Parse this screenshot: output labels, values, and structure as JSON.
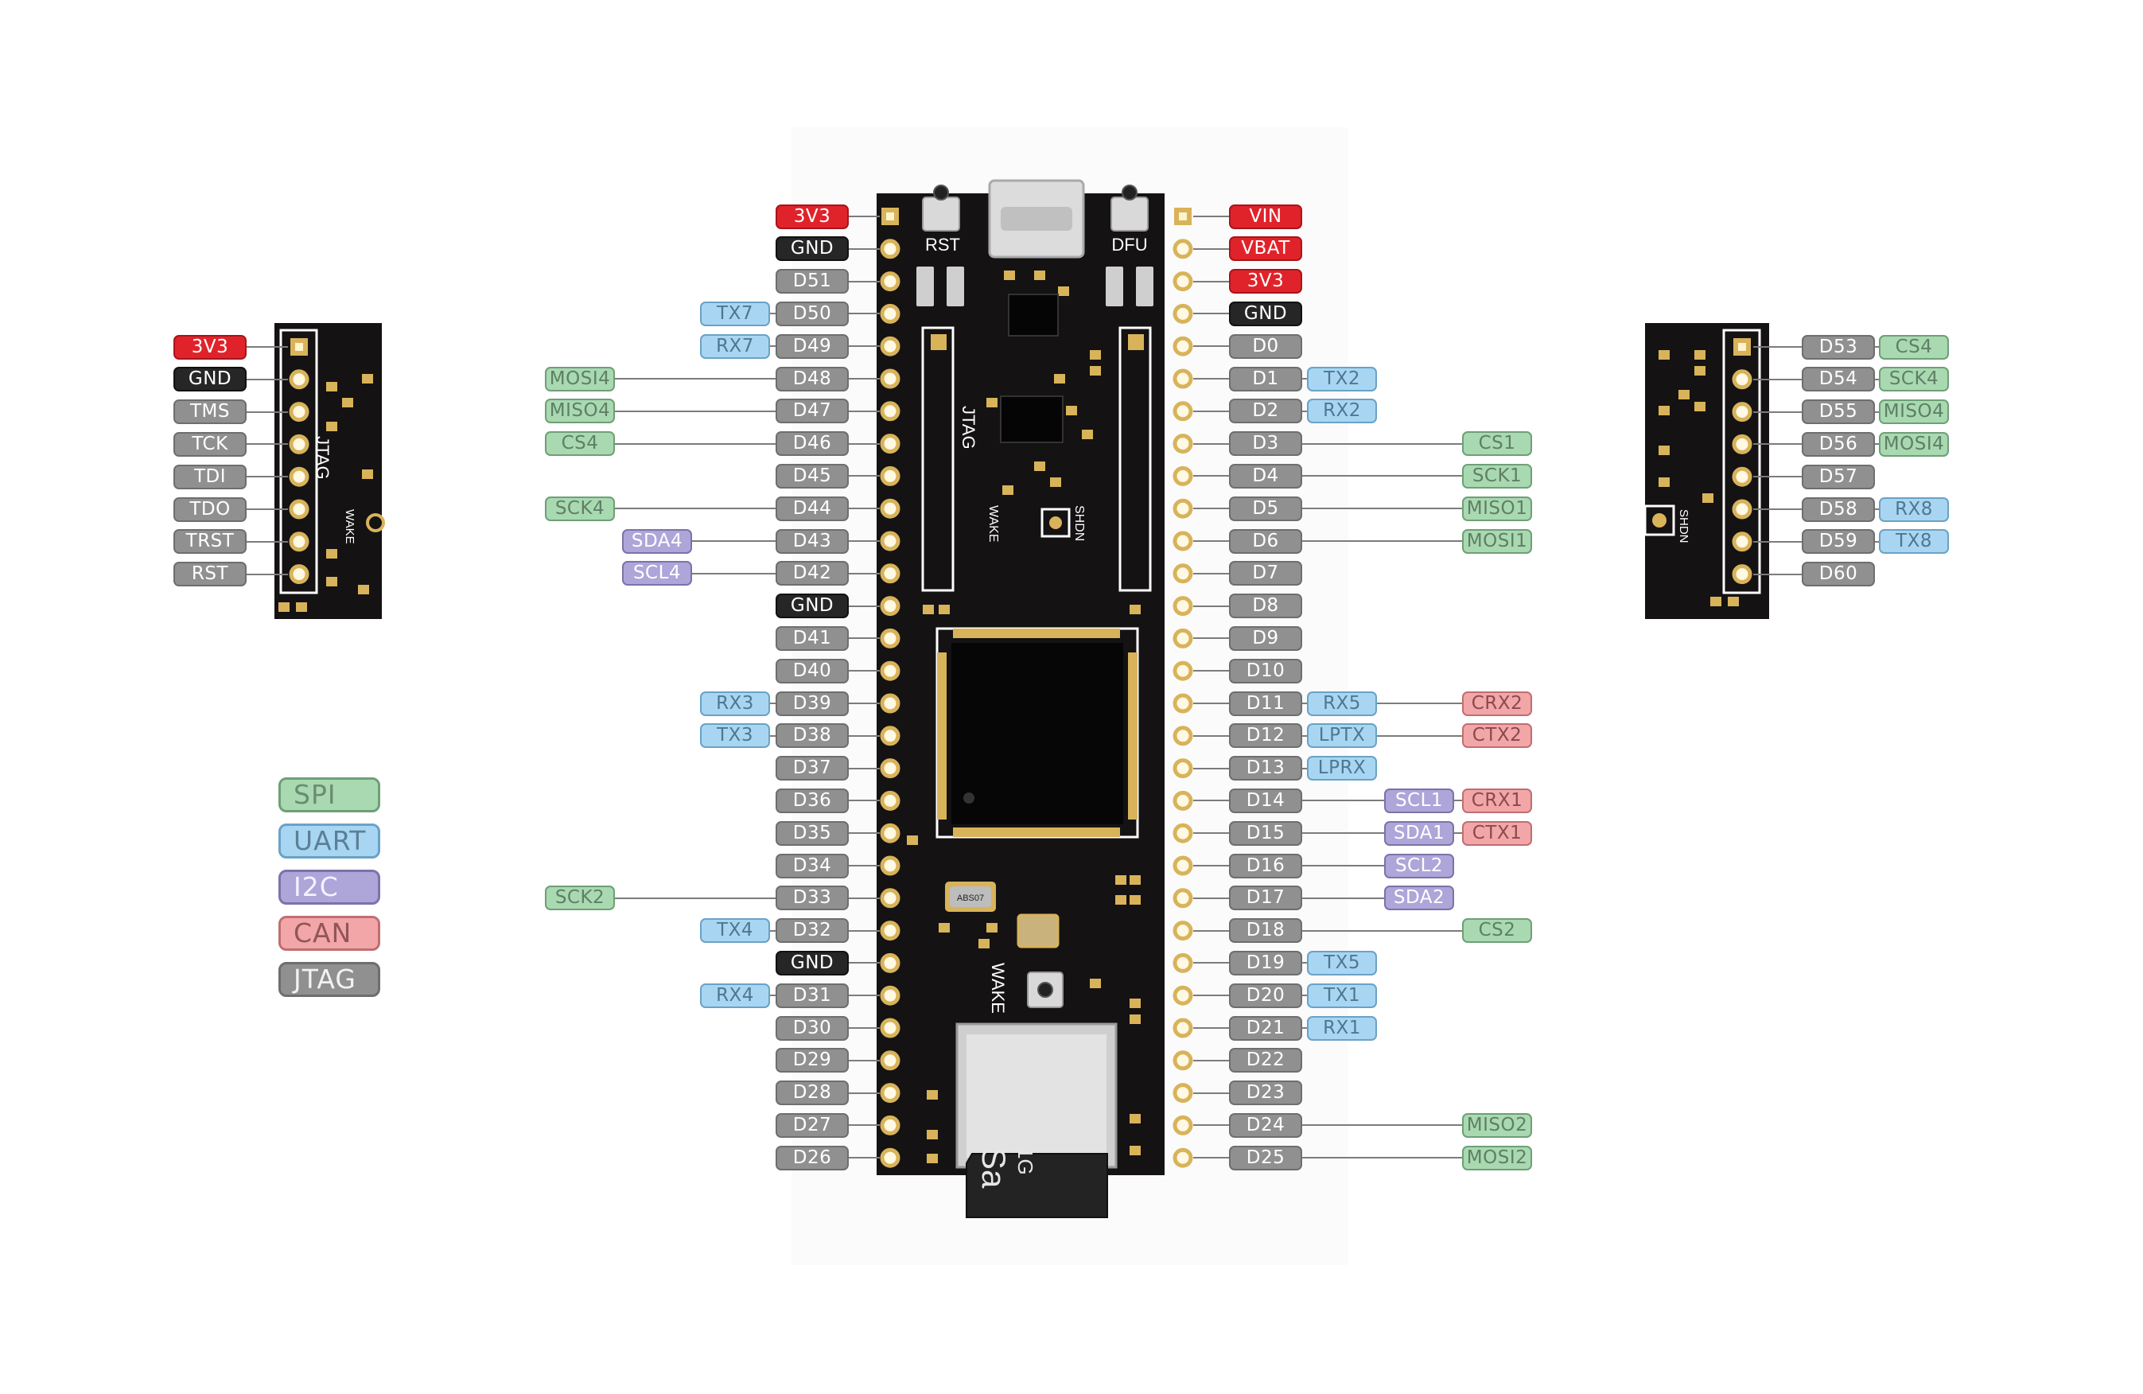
{
  "colors": {
    "board": "#141212",
    "pad_gold": "#d8b35a",
    "power_red": "#e0232a",
    "gnd_black": "#262626",
    "pin_gray": "#909090",
    "spi_green": "#a9d9b1",
    "uart_blue": "#a8d6f2",
    "i2c_purple": "#aea5d9",
    "can_pink": "#f2a6a8",
    "jtag_gray": "#909090"
  },
  "board": {
    "buttons": [
      "RST",
      "DFU",
      "WAKE"
    ],
    "headers": [
      "JTAG",
      "WAKE",
      "SHDN"
    ],
    "crystal_text": "ABS07",
    "sd_text": "Sa",
    "sd_text2": "1G"
  },
  "jtag_board": {
    "header": "JTAG",
    "wake": "WAKE"
  },
  "extra_board": {
    "shdn": "SHDN"
  },
  "left_header": [
    {
      "pin": "3V3",
      "kind": "pwr",
      "func": []
    },
    {
      "pin": "GND",
      "kind": "gnd",
      "func": []
    },
    {
      "pin": "D51",
      "kind": "pin",
      "func": []
    },
    {
      "pin": "D50",
      "kind": "pin",
      "func": [
        {
          "t": "TX7",
          "k": "uart"
        }
      ]
    },
    {
      "pin": "D49",
      "kind": "pin",
      "func": [
        {
          "t": "RX7",
          "k": "uart"
        }
      ]
    },
    {
      "pin": "D48",
      "kind": "pin",
      "func": [
        {
          "t": "MOSI4",
          "k": "spi"
        }
      ]
    },
    {
      "pin": "D47",
      "kind": "pin",
      "func": [
        {
          "t": "MISO4",
          "k": "spi"
        }
      ]
    },
    {
      "pin": "D46",
      "kind": "pin",
      "func": [
        {
          "t": "CS4",
          "k": "spi"
        }
      ]
    },
    {
      "pin": "D45",
      "kind": "pin",
      "func": []
    },
    {
      "pin": "D44",
      "kind": "pin",
      "func": [
        {
          "t": "SCK4",
          "k": "spi"
        }
      ]
    },
    {
      "pin": "D43",
      "kind": "pin",
      "func": [
        {
          "t": "SDA4",
          "k": "i2c"
        }
      ]
    },
    {
      "pin": "D42",
      "kind": "pin",
      "func": [
        {
          "t": "SCL4",
          "k": "i2c"
        }
      ]
    },
    {
      "pin": "GND",
      "kind": "gnd",
      "func": []
    },
    {
      "pin": "D41",
      "kind": "pin",
      "func": []
    },
    {
      "pin": "D40",
      "kind": "pin",
      "func": []
    },
    {
      "pin": "D39",
      "kind": "pin",
      "func": [
        {
          "t": "RX3",
          "k": "uart"
        }
      ]
    },
    {
      "pin": "D38",
      "kind": "pin",
      "func": [
        {
          "t": "TX3",
          "k": "uart"
        }
      ]
    },
    {
      "pin": "D37",
      "kind": "pin",
      "func": []
    },
    {
      "pin": "D36",
      "kind": "pin",
      "func": []
    },
    {
      "pin": "D35",
      "kind": "pin",
      "func": []
    },
    {
      "pin": "D34",
      "kind": "pin",
      "func": []
    },
    {
      "pin": "D33",
      "kind": "pin",
      "func": [
        {
          "t": "SCK2",
          "k": "spi"
        }
      ]
    },
    {
      "pin": "D32",
      "kind": "pin",
      "func": [
        {
          "t": "TX4",
          "k": "uart"
        }
      ]
    },
    {
      "pin": "GND",
      "kind": "gnd",
      "func": []
    },
    {
      "pin": "D31",
      "kind": "pin",
      "func": [
        {
          "t": "RX4",
          "k": "uart"
        }
      ]
    },
    {
      "pin": "D30",
      "kind": "pin",
      "func": []
    },
    {
      "pin": "D29",
      "kind": "pin",
      "func": []
    },
    {
      "pin": "D28",
      "kind": "pin",
      "func": []
    },
    {
      "pin": "D27",
      "kind": "pin",
      "func": []
    },
    {
      "pin": "D26",
      "kind": "pin",
      "func": []
    }
  ],
  "right_header": [
    {
      "pin": "VIN",
      "kind": "pwr",
      "func": []
    },
    {
      "pin": "VBAT",
      "kind": "pwr",
      "func": []
    },
    {
      "pin": "3V3",
      "kind": "pwr",
      "func": []
    },
    {
      "pin": "GND",
      "kind": "gnd",
      "func": []
    },
    {
      "pin": "D0",
      "kind": "pin",
      "func": []
    },
    {
      "pin": "D1",
      "kind": "pin",
      "func": [
        {
          "t": "TX2",
          "k": "uart"
        }
      ]
    },
    {
      "pin": "D2",
      "kind": "pin",
      "func": [
        {
          "t": "RX2",
          "k": "uart"
        }
      ]
    },
    {
      "pin": "D3",
      "kind": "pin",
      "func": [
        {
          "t": "CS1",
          "k": "spi"
        }
      ]
    },
    {
      "pin": "D4",
      "kind": "pin",
      "func": [
        {
          "t": "SCK1",
          "k": "spi"
        }
      ]
    },
    {
      "pin": "D5",
      "kind": "pin",
      "func": [
        {
          "t": "MISO1",
          "k": "spi"
        }
      ]
    },
    {
      "pin": "D6",
      "kind": "pin",
      "func": [
        {
          "t": "MOSI1",
          "k": "spi"
        }
      ]
    },
    {
      "pin": "D7",
      "kind": "pin",
      "func": []
    },
    {
      "pin": "D8",
      "kind": "pin",
      "func": []
    },
    {
      "pin": "D9",
      "kind": "pin",
      "func": []
    },
    {
      "pin": "D10",
      "kind": "pin",
      "func": []
    },
    {
      "pin": "D11",
      "kind": "pin",
      "func": [
        {
          "t": "RX5",
          "k": "uart"
        },
        {
          "t": "CRX2",
          "k": "can"
        }
      ]
    },
    {
      "pin": "D12",
      "kind": "pin",
      "func": [
        {
          "t": "LPTX",
          "k": "uart"
        },
        {
          "t": "CTX2",
          "k": "can"
        }
      ]
    },
    {
      "pin": "D13",
      "kind": "pin",
      "func": [
        {
          "t": "LPRX",
          "k": "uart"
        }
      ]
    },
    {
      "pin": "D14",
      "kind": "pin",
      "func": [
        {
          "t": "SCL1",
          "k": "i2c"
        },
        {
          "t": "CRX1",
          "k": "can"
        }
      ]
    },
    {
      "pin": "D15",
      "kind": "pin",
      "func": [
        {
          "t": "SDA1",
          "k": "i2c"
        },
        {
          "t": "CTX1",
          "k": "can"
        }
      ]
    },
    {
      "pin": "D16",
      "kind": "pin",
      "func": [
        {
          "t": "SCL2",
          "k": "i2c"
        }
      ]
    },
    {
      "pin": "D17",
      "kind": "pin",
      "func": [
        {
          "t": "SDA2",
          "k": "i2c"
        }
      ]
    },
    {
      "pin": "D18",
      "kind": "pin",
      "func": [
        {
          "t": "CS2",
          "k": "spi"
        }
      ]
    },
    {
      "pin": "D19",
      "kind": "pin",
      "func": [
        {
          "t": "TX5",
          "k": "uart"
        }
      ]
    },
    {
      "pin": "D20",
      "kind": "pin",
      "func": [
        {
          "t": "TX1",
          "k": "uart"
        }
      ]
    },
    {
      "pin": "D21",
      "kind": "pin",
      "func": [
        {
          "t": "RX1",
          "k": "uart"
        }
      ]
    },
    {
      "pin": "D22",
      "kind": "pin",
      "func": []
    },
    {
      "pin": "D23",
      "kind": "pin",
      "func": []
    },
    {
      "pin": "D24",
      "kind": "pin",
      "func": [
        {
          "t": "MISO2",
          "k": "spi"
        }
      ]
    },
    {
      "pin": "D25",
      "kind": "pin",
      "func": [
        {
          "t": "MOSI2",
          "k": "spi"
        }
      ]
    }
  ],
  "jtag_header": [
    {
      "pin": "3V3",
      "kind": "pwr"
    },
    {
      "pin": "GND",
      "kind": "gnd"
    },
    {
      "pin": "TMS",
      "kind": "jtag"
    },
    {
      "pin": "TCK",
      "kind": "jtag"
    },
    {
      "pin": "TDI",
      "kind": "jtag"
    },
    {
      "pin": "TDO",
      "kind": "jtag"
    },
    {
      "pin": "TRST",
      "kind": "jtag"
    },
    {
      "pin": "RST",
      "kind": "jtag"
    }
  ],
  "extra_header": [
    {
      "pin": "D53",
      "kind": "pin",
      "func": [
        {
          "t": "CS4",
          "k": "spi"
        }
      ]
    },
    {
      "pin": "D54",
      "kind": "pin",
      "func": [
        {
          "t": "SCK4",
          "k": "spi"
        }
      ]
    },
    {
      "pin": "D55",
      "kind": "pin",
      "func": [
        {
          "t": "MISO4",
          "k": "spi"
        }
      ]
    },
    {
      "pin": "D56",
      "kind": "pin",
      "func": [
        {
          "t": "MOSI4",
          "k": "spi"
        }
      ]
    },
    {
      "pin": "D57",
      "kind": "pin",
      "func": []
    },
    {
      "pin": "D58",
      "kind": "pin",
      "func": [
        {
          "t": "RX8",
          "k": "uart"
        }
      ]
    },
    {
      "pin": "D59",
      "kind": "pin",
      "func": [
        {
          "t": "TX8",
          "k": "uart"
        }
      ]
    },
    {
      "pin": "D60",
      "kind": "pin",
      "func": []
    }
  ],
  "legend": [
    {
      "label": "SPI",
      "kind": "spi"
    },
    {
      "label": "UART",
      "kind": "uart"
    },
    {
      "label": "I2C",
      "kind": "i2c"
    },
    {
      "label": "CAN",
      "kind": "can"
    },
    {
      "label": "JTAG",
      "kind": "jtag"
    }
  ]
}
